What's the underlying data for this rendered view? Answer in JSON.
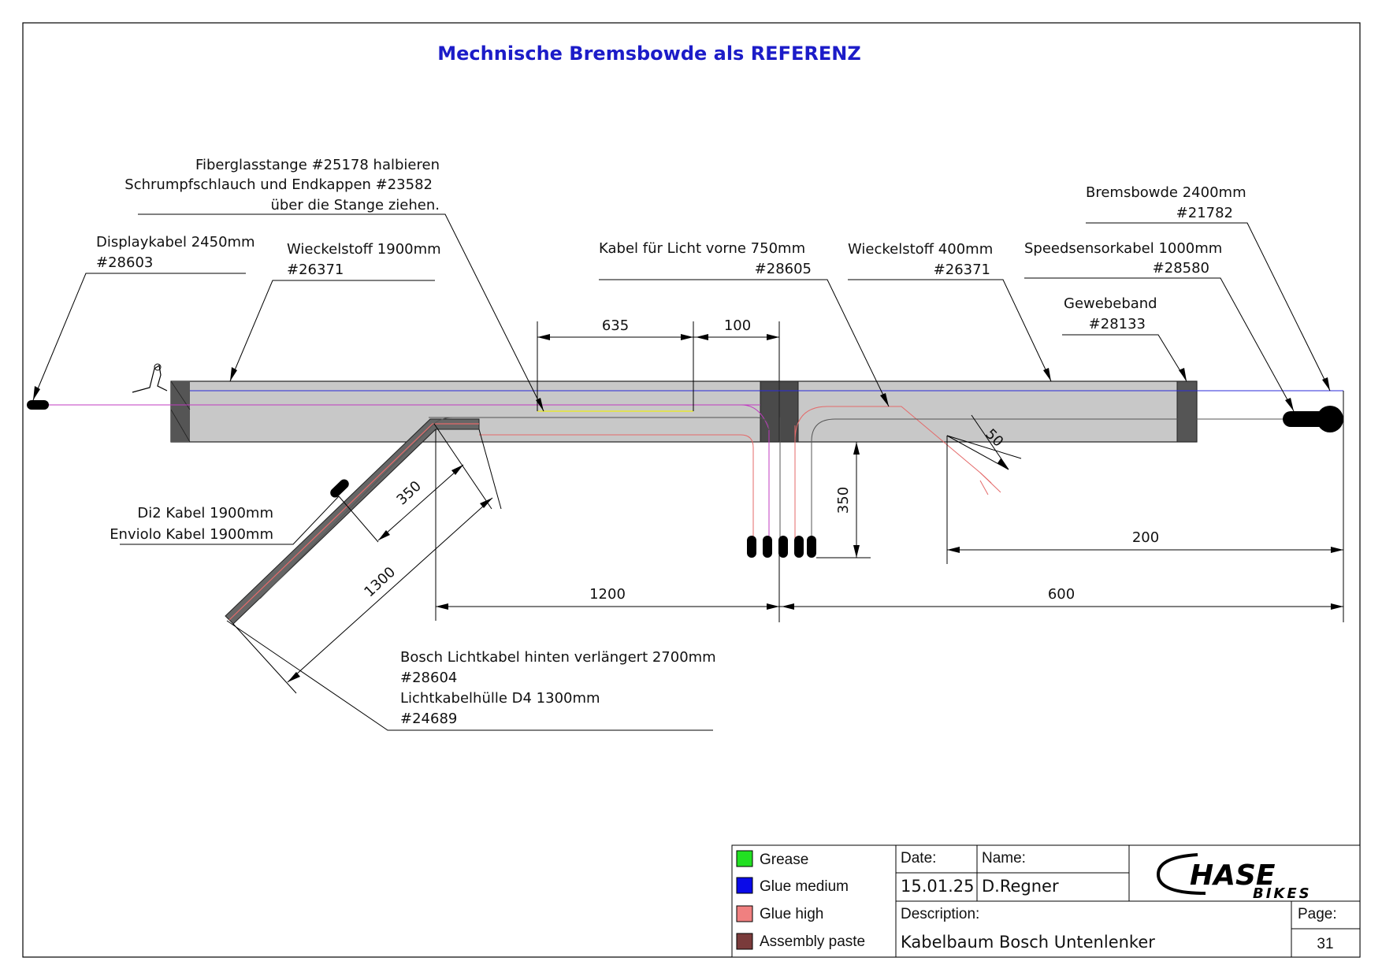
{
  "title": "Mechnische Bremsbowde als REFERENZ",
  "callouts": {
    "fiberglass": [
      "Fiberglasstange #25178 halbieren",
      "Schrumpfschlauch und Endkappen #23582",
      "über die Stange ziehen."
    ],
    "display_cable": [
      "Displaykabel 2450mm",
      "#28603"
    ],
    "wickel_left": [
      "Wieckelstoff 1900mm",
      "#26371"
    ],
    "light_front": [
      "Kabel für Licht vorne 750mm",
      "#28605"
    ],
    "wickel_right": [
      "Wieckelstoff 400mm",
      "#26371"
    ],
    "brake_cable": [
      "Bremsbowde 2400mm",
      "#21782"
    ],
    "speed_sensor": [
      "Speedsensorkabel 1000mm",
      "#28580"
    ],
    "fabric_tape": [
      "Gewebeband",
      "#28133"
    ],
    "di2": [
      "Di2 Kabel 1900mm",
      "Enviolo Kabel 1900mm"
    ],
    "bosch_rear": [
      "Bosch Lichtkabel hinten verlängert 2700mm",
      "#28604",
      "Lichtkabelhülle D4 1300mm",
      "#24689"
    ]
  },
  "dimensions": {
    "d635": "635",
    "d100": "100",
    "d350_diag": "350",
    "d1300": "1300",
    "d350_vert": "350",
    "d50": "50",
    "d200": "200",
    "d1200": "1200",
    "d600": "600"
  },
  "legend": [
    {
      "label": "Grease",
      "color": "#22e022"
    },
    {
      "label": "Glue medium",
      "color": "#0a0ae8"
    },
    {
      "label": "Glue high",
      "color": "#f08080"
    },
    {
      "label": "Assembly paste",
      "color": "#7a3b3b"
    }
  ],
  "title_block": {
    "date_label": "Date:",
    "name_label": "Name:",
    "date": "15.01.25",
    "name": "D.Regner",
    "description_label": "Description:",
    "description": "Kabelbaum Bosch Untenlenker",
    "page_label": "Page:",
    "page": "31",
    "logo_main": "HASE",
    "logo_sub": "BIKES"
  }
}
